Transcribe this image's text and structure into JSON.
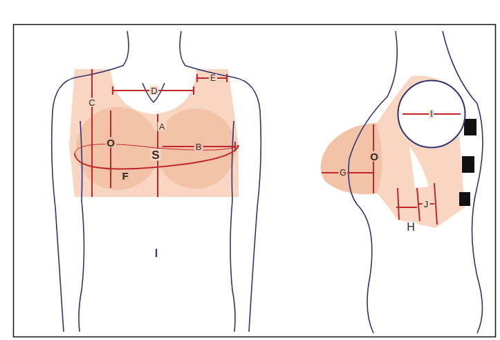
{
  "diagram": {
    "nodes": [
      {
        "text": [
          "I"
        ]
      }
    ],
    "labels": [
      "E",
      "D",
      "C",
      "A",
      "O",
      "B",
      "S",
      "F",
      "G",
      "O",
      "J",
      "H"
    ]
  }
}
